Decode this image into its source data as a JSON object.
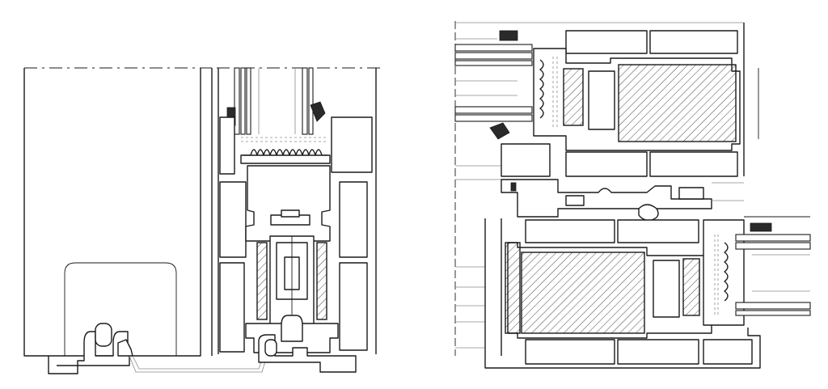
{
  "drawing": {
    "views": [
      {
        "id": "left-section",
        "description_icon": "window-sill-section"
      },
      {
        "id": "right-section",
        "description_icon": "frame-mullion-section"
      }
    ],
    "colors": {
      "line": "#1a1a1a",
      "background": "#ffffff",
      "grey_line": "#8a8a8a"
    }
  }
}
